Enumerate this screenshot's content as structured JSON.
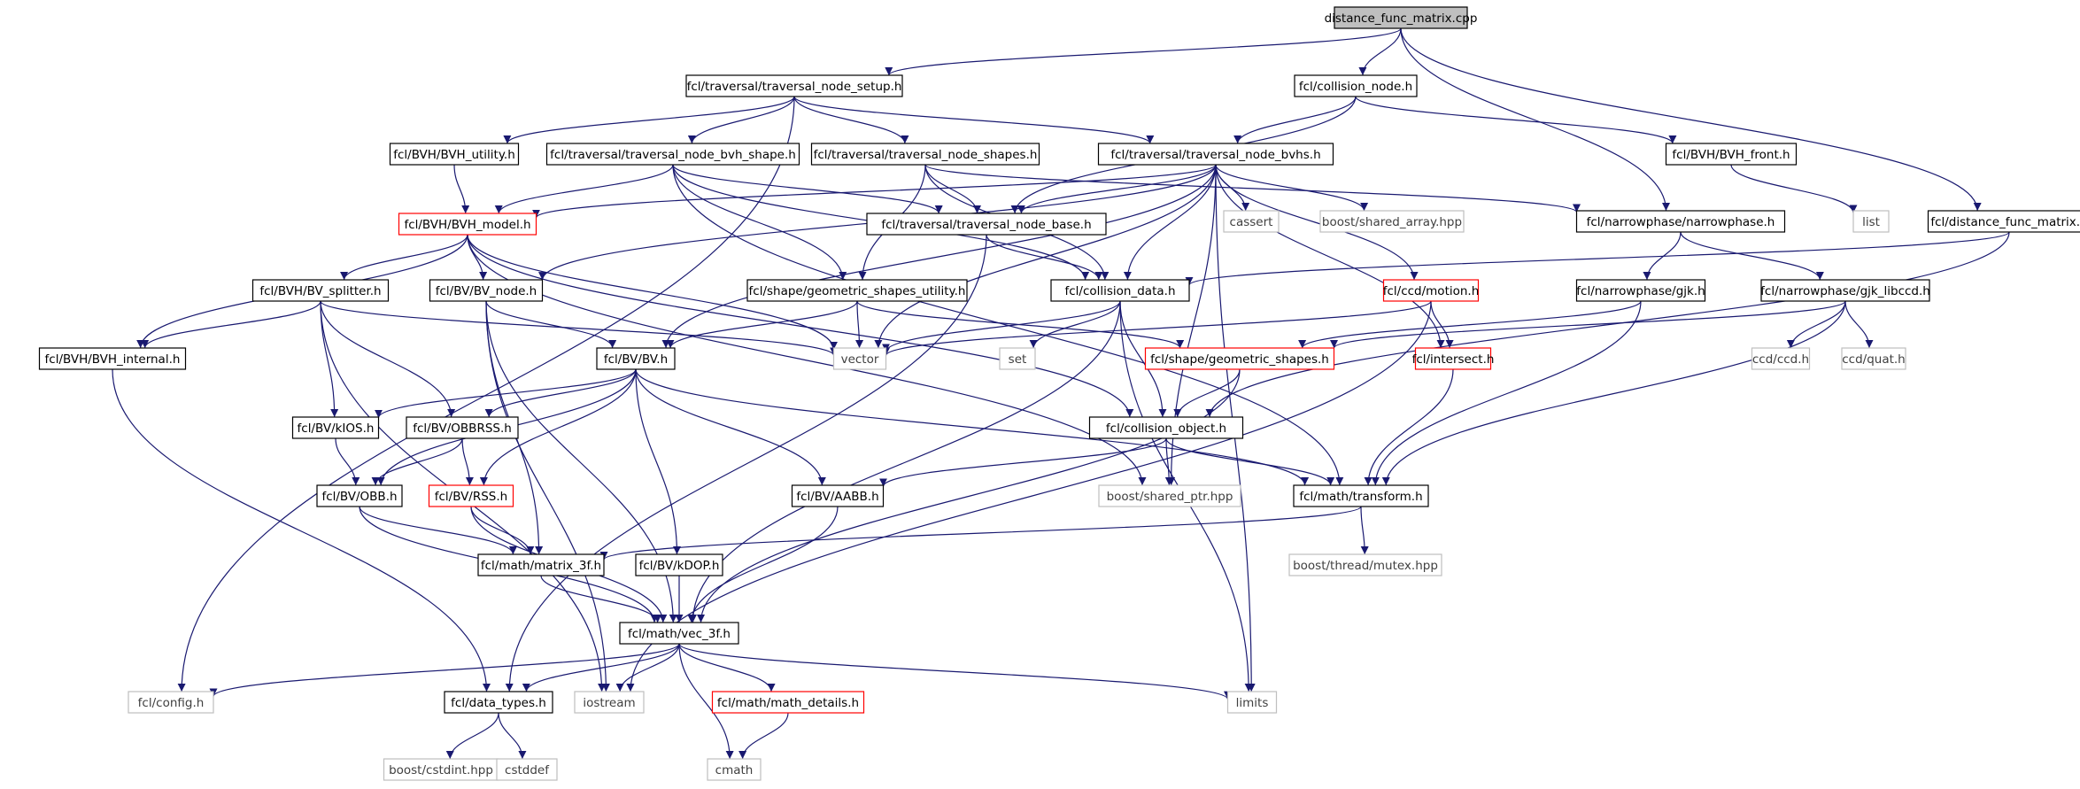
{
  "graph": {
    "colors": {
      "edge": "#191970",
      "node_border": "#000000",
      "root_fill": "#bfbfbf",
      "incomplete_border": "#ff0000",
      "external_border": "#bfbfbf",
      "external_text": "#404040",
      "text": "#000000"
    },
    "nodes": [
      {
        "id": "root",
        "label": "distance_func_matrix.cpp",
        "kind": "root"
      },
      {
        "id": "tns",
        "label": "fcl/traversal/traversal_node_setup.h",
        "kind": "normal"
      },
      {
        "id": "cn",
        "label": "fcl/collision_node.h",
        "kind": "normal"
      },
      {
        "id": "bvhutil",
        "label": "fcl/BVH/BVH_utility.h",
        "kind": "normal"
      },
      {
        "id": "tnbs",
        "label": "fcl/traversal/traversal_node_bvh_shape.h",
        "kind": "normal"
      },
      {
        "id": "tnshapes",
        "label": "fcl/traversal/traversal_node_shapes.h",
        "kind": "normal"
      },
      {
        "id": "tnbvhs",
        "label": "fcl/traversal/traversal_node_bvhs.h",
        "kind": "normal"
      },
      {
        "id": "bvhfront",
        "label": "fcl/BVH/BVH_front.h",
        "kind": "normal"
      },
      {
        "id": "bvhmodel",
        "label": "fcl/BVH/BVH_model.h",
        "kind": "incomplete"
      },
      {
        "id": "tnbase",
        "label": "fcl/traversal/traversal_node_base.h",
        "kind": "normal"
      },
      {
        "id": "cassert",
        "label": "cassert",
        "kind": "external"
      },
      {
        "id": "sharedarr",
        "label": "boost/shared_array.hpp",
        "kind": "external"
      },
      {
        "id": "narrow",
        "label": "fcl/narrowphase/narrowphase.h",
        "kind": "normal"
      },
      {
        "id": "list",
        "label": "list",
        "kind": "external"
      },
      {
        "id": "dfm",
        "label": "fcl/distance_func_matrix.h",
        "kind": "normal"
      },
      {
        "id": "bvsplit",
        "label": "fcl/BVH/BV_splitter.h",
        "kind": "normal"
      },
      {
        "id": "bvnode",
        "label": "fcl/BV/BV_node.h",
        "kind": "normal"
      },
      {
        "id": "gsu",
        "label": "fcl/shape/geometric_shapes_utility.h",
        "kind": "normal"
      },
      {
        "id": "cdata",
        "label": "fcl/collision_data.h",
        "kind": "normal"
      },
      {
        "id": "motion",
        "label": "fcl/ccd/motion.h",
        "kind": "incomplete"
      },
      {
        "id": "gjk",
        "label": "fcl/narrowphase/gjk.h",
        "kind": "normal"
      },
      {
        "id": "gjklib",
        "label": "fcl/narrowphase/gjk_libccd.h",
        "kind": "normal"
      },
      {
        "id": "bvhint",
        "label": "fcl/BVH/BVH_internal.h",
        "kind": "normal"
      },
      {
        "id": "bvh",
        "label": "fcl/BV/BV.h",
        "kind": "normal"
      },
      {
        "id": "vector",
        "label": "vector",
        "kind": "external"
      },
      {
        "id": "set",
        "label": "set",
        "kind": "external"
      },
      {
        "id": "gs",
        "label": "fcl/shape/geometric_shapes.h",
        "kind": "incomplete"
      },
      {
        "id": "intersect",
        "label": "fcl/intersect.h",
        "kind": "incomplete"
      },
      {
        "id": "ccdh",
        "label": "ccd/ccd.h",
        "kind": "external"
      },
      {
        "id": "quat",
        "label": "ccd/quat.h",
        "kind": "external"
      },
      {
        "id": "kios",
        "label": "fcl/BV/kIOS.h",
        "kind": "normal"
      },
      {
        "id": "obbrss",
        "label": "fcl/BV/OBBRSS.h",
        "kind": "normal"
      },
      {
        "id": "cobj",
        "label": "fcl/collision_object.h",
        "kind": "normal"
      },
      {
        "id": "obb",
        "label": "fcl/BV/OBB.h",
        "kind": "normal"
      },
      {
        "id": "rss",
        "label": "fcl/BV/RSS.h",
        "kind": "incomplete"
      },
      {
        "id": "aabb",
        "label": "fcl/BV/AABB.h",
        "kind": "normal"
      },
      {
        "id": "sharedptr",
        "label": "boost/shared_ptr.hpp",
        "kind": "external"
      },
      {
        "id": "transform",
        "label": "fcl/math/transform.h",
        "kind": "normal"
      },
      {
        "id": "m3f",
        "label": "fcl/math/matrix_3f.h",
        "kind": "normal"
      },
      {
        "id": "kdop",
        "label": "fcl/BV/kDOP.h",
        "kind": "normal"
      },
      {
        "id": "mutex",
        "label": "boost/thread/mutex.hpp",
        "kind": "external"
      },
      {
        "id": "vec3f",
        "label": "fcl/math/vec_3f.h",
        "kind": "normal"
      },
      {
        "id": "config",
        "label": "fcl/config.h",
        "kind": "external"
      },
      {
        "id": "dtypes",
        "label": "fcl/data_types.h",
        "kind": "normal"
      },
      {
        "id": "iostream",
        "label": "iostream",
        "kind": "external"
      },
      {
        "id": "mathdet",
        "label": "fcl/math/math_details.h",
        "kind": "incomplete"
      },
      {
        "id": "limits",
        "label": "limits",
        "kind": "external"
      },
      {
        "id": "cstdint",
        "label": "boost/cstdint.hpp",
        "kind": "external"
      },
      {
        "id": "cstddef",
        "label": "cstddef",
        "kind": "external"
      },
      {
        "id": "cmath",
        "label": "cmath",
        "kind": "external"
      }
    ],
    "edges": [
      [
        "root",
        "tns"
      ],
      [
        "root",
        "cn"
      ],
      [
        "root",
        "narrow"
      ],
      [
        "root",
        "dfm"
      ],
      [
        "tns",
        "config"
      ],
      [
        "tns",
        "bvhutil"
      ],
      [
        "tns",
        "tnbs"
      ],
      [
        "tns",
        "tnshapes"
      ],
      [
        "tns",
        "tnbvhs"
      ],
      [
        "cn",
        "tnbase"
      ],
      [
        "cn",
        "tnbvhs"
      ],
      [
        "cn",
        "bvhfront"
      ],
      [
        "bvhutil",
        "bvhmodel"
      ],
      [
        "tnbs",
        "bvhmodel"
      ],
      [
        "tnbs",
        "gsu"
      ],
      [
        "tnbs",
        "tnbase"
      ],
      [
        "tnbs",
        "cdata"
      ],
      [
        "tnbs",
        "transform"
      ],
      [
        "tnshapes",
        "tnbase"
      ],
      [
        "tnshapes",
        "gsu"
      ],
      [
        "tnshapes",
        "narrow"
      ],
      [
        "tnshapes",
        "cdata"
      ],
      [
        "tnbvhs",
        "bvhmodel"
      ],
      [
        "tnbvhs",
        "tnbase"
      ],
      [
        "tnbvhs",
        "cassert"
      ],
      [
        "tnbvhs",
        "sharedarr"
      ],
      [
        "tnbvhs",
        "bvnode"
      ],
      [
        "tnbvhs",
        "bvh"
      ],
      [
        "tnbvhs",
        "cdata"
      ],
      [
        "tnbvhs",
        "vector"
      ],
      [
        "tnbvhs",
        "motion"
      ],
      [
        "tnbvhs",
        "intersect"
      ],
      [
        "tnbvhs",
        "sharedptr"
      ],
      [
        "tnbvhs",
        "limits"
      ],
      [
        "bvhfront",
        "list"
      ],
      [
        "bvhmodel",
        "bvsplit"
      ],
      [
        "bvhmodel",
        "bvnode"
      ],
      [
        "bvhmodel",
        "bvhint"
      ],
      [
        "bvhmodel",
        "vector"
      ],
      [
        "bvhmodel",
        "sharedptr"
      ],
      [
        "bvhmodel",
        "cobj"
      ],
      [
        "tnbase",
        "cdata"
      ],
      [
        "tnbase",
        "dtypes"
      ],
      [
        "narrow",
        "gjk"
      ],
      [
        "narrow",
        "gjklib"
      ],
      [
        "dfm",
        "cdata"
      ],
      [
        "dfm",
        "cobj"
      ],
      [
        "bvsplit",
        "bvhint"
      ],
      [
        "bvsplit",
        "kios"
      ],
      [
        "bvsplit",
        "obbrss"
      ],
      [
        "bvsplit",
        "vector"
      ],
      [
        "bvsplit",
        "iostream"
      ],
      [
        "bvnode",
        "bvh"
      ],
      [
        "bvnode",
        "iostream"
      ],
      [
        "bvnode",
        "m3f"
      ],
      [
        "bvnode",
        "vec3f"
      ],
      [
        "gsu",
        "bvh"
      ],
      [
        "gsu",
        "vector"
      ],
      [
        "gsu",
        "gs"
      ],
      [
        "cdata",
        "vector"
      ],
      [
        "cdata",
        "set"
      ],
      [
        "cdata",
        "cobj"
      ],
      [
        "cdata",
        "limits"
      ],
      [
        "cdata",
        "vec3f"
      ],
      [
        "motion",
        "intersect"
      ],
      [
        "motion",
        "vector"
      ],
      [
        "motion",
        "iostream"
      ],
      [
        "gjk",
        "gs"
      ],
      [
        "gjk",
        "transform"
      ],
      [
        "gjklib",
        "gs"
      ],
      [
        "gjklib",
        "ccdh"
      ],
      [
        "gjklib",
        "quat"
      ],
      [
        "gjklib",
        "transform"
      ],
      [
        "bvhint",
        "dtypes"
      ],
      [
        "bvh",
        "kios"
      ],
      [
        "bvh",
        "obbrss"
      ],
      [
        "bvh",
        "obb"
      ],
      [
        "bvh",
        "rss"
      ],
      [
        "bvh",
        "aabb"
      ],
      [
        "bvh",
        "kdop"
      ],
      [
        "bvh",
        "transform"
      ],
      [
        "gs",
        "cobj"
      ],
      [
        "gs",
        "vec3f"
      ],
      [
        "intersect",
        "transform"
      ],
      [
        "kios",
        "obb"
      ],
      [
        "obbrss",
        "obb"
      ],
      [
        "obbrss",
        "rss"
      ],
      [
        "cobj",
        "aabb"
      ],
      [
        "cobj",
        "sharedptr"
      ],
      [
        "cobj",
        "transform"
      ],
      [
        "obb",
        "m3f"
      ],
      [
        "obb",
        "vec3f"
      ],
      [
        "rss",
        "m3f"
      ],
      [
        "rss",
        "vec3f"
      ],
      [
        "aabb",
        "vec3f"
      ],
      [
        "transform",
        "m3f"
      ],
      [
        "transform",
        "mutex"
      ],
      [
        "m3f",
        "vec3f"
      ],
      [
        "kdop",
        "vec3f"
      ],
      [
        "vec3f",
        "config"
      ],
      [
        "vec3f",
        "dtypes"
      ],
      [
        "vec3f",
        "iostream"
      ],
      [
        "vec3f",
        "mathdet"
      ],
      [
        "vec3f",
        "cmath"
      ],
      [
        "vec3f",
        "limits"
      ],
      [
        "dtypes",
        "cstdint"
      ],
      [
        "dtypes",
        "cstddef"
      ],
      [
        "mathdet",
        "cmath"
      ]
    ]
  }
}
